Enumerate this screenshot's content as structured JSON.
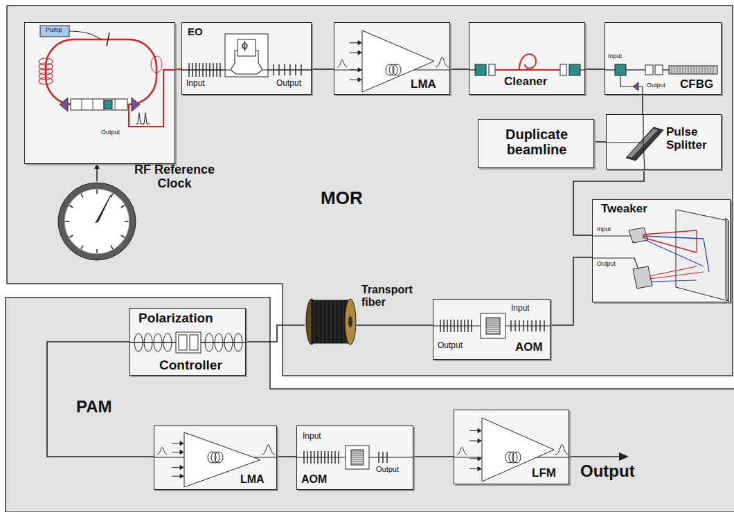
{
  "diagram": {
    "nodes": [
      {
        "text": [
          "MOR"
        ]
      },
      {
        "text": [
          "Pump",
          "Output"
        ],
        "in": 0
      },
      {
        "text": [
          "RF Reference Clock"
        ],
        "in": 0
      },
      {
        "text": [
          "EO",
          "ϕ",
          "Input",
          "Output"
        ],
        "in": 0
      },
      {
        "text": [
          "LMA"
        ],
        "in": 0
      },
      {
        "text": [
          "Cleaner"
        ],
        "in": 0
      },
      {
        "text": [
          "Input",
          "Output",
          "CFBG"
        ],
        "in": 0
      },
      {
        "text": [
          "Duplicate beamline"
        ],
        "in": 0
      },
      {
        "text": [
          "Pulse Splitter"
        ],
        "in": 0
      },
      {
        "text": [
          "Tweaker",
          "Input",
          "Output"
        ],
        "in": 0
      },
      {
        "text": [
          "Input",
          "Output",
          "AOM"
        ],
        "in": 0
      },
      {
        "text": [
          "Transport fiber"
        ],
        "in": 0
      },
      {
        "text": [
          "PAM"
        ]
      },
      {
        "text": [
          "Polarization",
          "Controller"
        ],
        "in": 12
      },
      {
        "text": [
          "LMA"
        ],
        "in": 12
      },
      {
        "text": [
          "Input",
          "AOM",
          "Output"
        ],
        "in": 12
      },
      {
        "text": [
          "LFM"
        ],
        "in": 12
      }
    ],
    "edges": [
      {
        "from": 2,
        "to": 1,
        "arrow": "to"
      },
      {
        "from": 1,
        "to": 3,
        "arrow": "none"
      },
      {
        "from": 3,
        "to": 4,
        "arrow": "none"
      },
      {
        "from": 4,
        "to": 5,
        "arrow": "none"
      },
      {
        "from": 5,
        "to": 6,
        "arrow": "none"
      },
      {
        "from": 6,
        "to": 8,
        "arrow": "none"
      },
      {
        "from": 8,
        "to": 7,
        "arrow": "none"
      },
      {
        "from": 8,
        "to": 9,
        "arrow": "none"
      },
      {
        "from": 9,
        "to": 10,
        "arrow": "none"
      },
      {
        "from": 10,
        "to": 11,
        "arrow": "none"
      },
      {
        "from": 11,
        "to": 13,
        "arrow": "none"
      },
      {
        "from": 13,
        "to": 14,
        "arrow": "none"
      },
      {
        "from": 14,
        "to": 15,
        "arrow": "none"
      },
      {
        "from": 15,
        "to": 16,
        "arrow": "none"
      }
    ],
    "labels": [
      "Output"
    ]
  }
}
